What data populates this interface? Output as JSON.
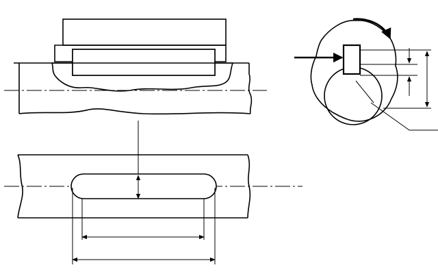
{
  "drawing": {
    "views": [
      "section-view",
      "plan-view",
      "end-view"
    ],
    "colors": {
      "line": "#000000",
      "background": "#ffffff"
    }
  }
}
